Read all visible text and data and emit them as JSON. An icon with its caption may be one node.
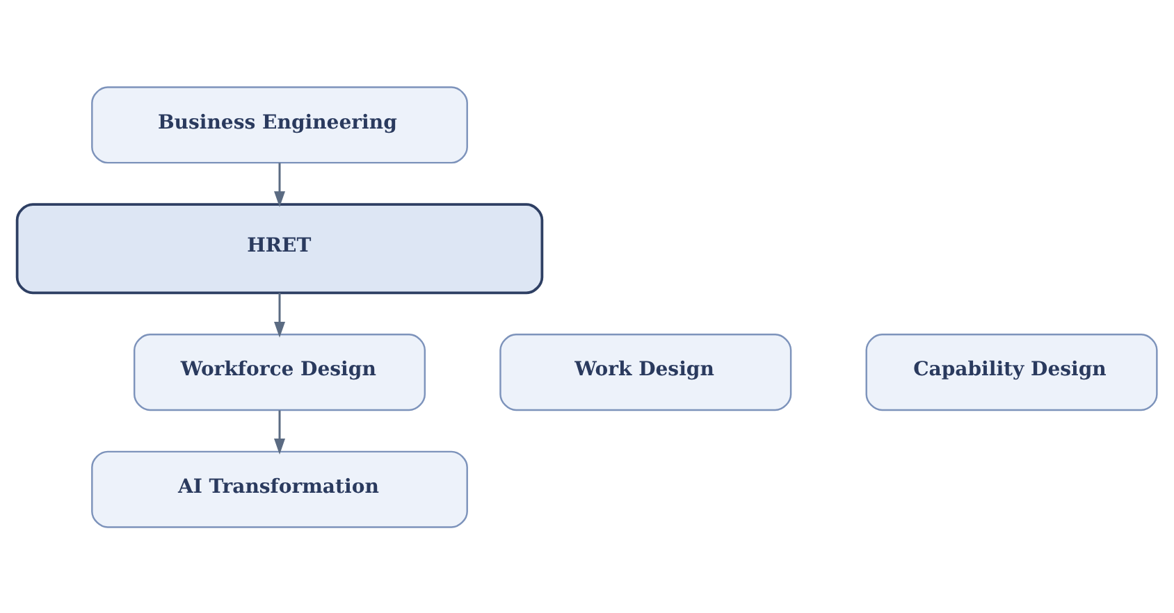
{
  "diagram": {
    "nodes": [
      {
        "text": [
          "Business Engineering"
        ]
      },
      {
        "text": [
          "HRET"
        ]
      },
      {
        "text": [
          "Work Design"
        ]
      },
      {
        "text": [
          "Workforce Design"
        ]
      },
      {
        "text": [
          "Capability Design"
        ]
      },
      {
        "text": [
          "AI Transformation"
        ]
      }
    ],
    "edges": [
      {
        "from": 0,
        "to": 1,
        "arrow": "to"
      },
      {
        "from": 1,
        "to": 3,
        "arrow": "to"
      },
      {
        "from": 3,
        "to": 5,
        "arrow": "to"
      }
    ]
  }
}
